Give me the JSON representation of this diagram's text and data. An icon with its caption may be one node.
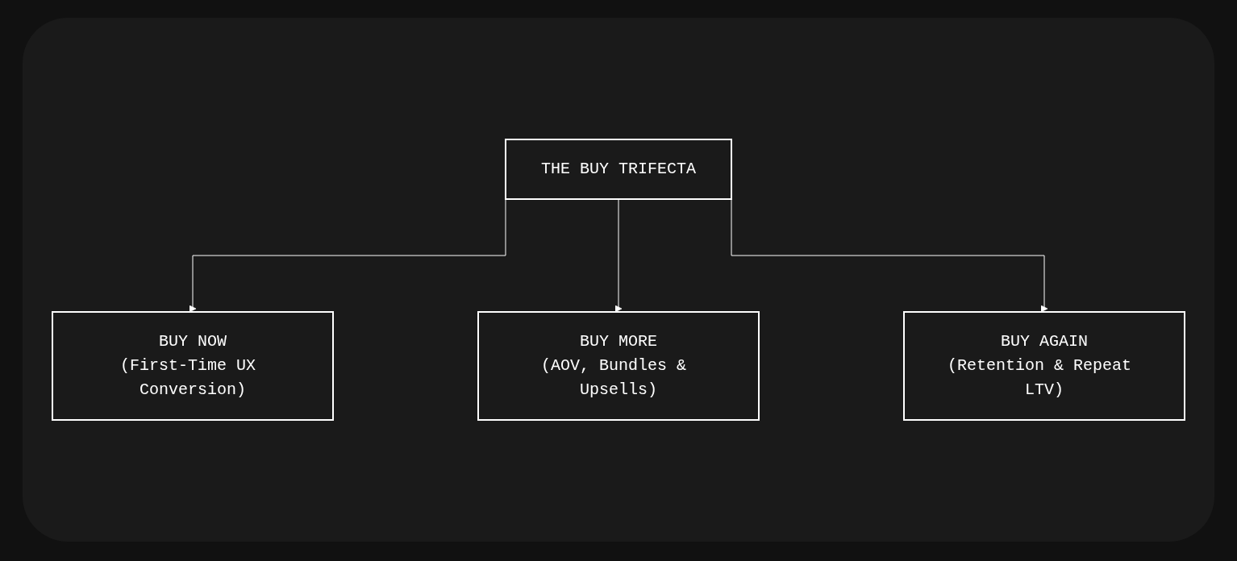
{
  "diagram": {
    "nodes": [
      {
        "text": [
          "THE BUY TRIFECTA"
        ]
      },
      {
        "text": [
          "BUY NOW",
          "(First-Time UX Conversion)"
        ]
      },
      {
        "text": [
          "BUY MORE",
          "(AOV, Bundles & Upsells)"
        ]
      },
      {
        "text": [
          "BUY AGAIN",
          "(Retention & Repeat LTV)"
        ]
      }
    ],
    "edges": [
      {
        "from": 0,
        "to": 1,
        "arrow": "to"
      },
      {
        "from": 0,
        "to": 2,
        "arrow": "to"
      },
      {
        "from": 0,
        "to": 3,
        "arrow": "to"
      }
    ]
  }
}
